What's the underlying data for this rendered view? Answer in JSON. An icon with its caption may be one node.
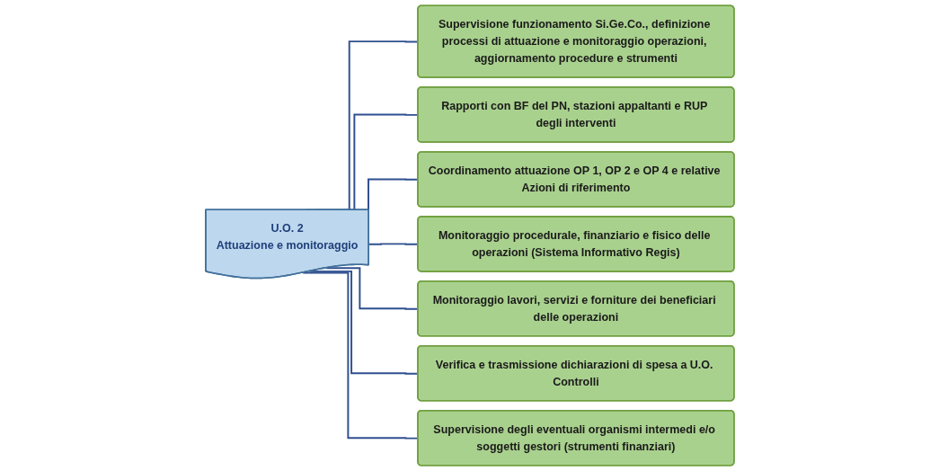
{
  "diagram": {
    "nodes": [
      {
        "text": [
          "U.O. 2",
          "Attuazione e monitoraggio"
        ]
      },
      {
        "text": [
          "Supervisione funzionamento Si.Ge.Co., definizione processi di attuazione e monitoraggio operazioni, aggiornamento procedure e strumenti"
        ]
      },
      {
        "text": [
          "Rapporti con BF del PN, stazioni appaltanti e RUP degli interventi"
        ]
      },
      {
        "text": [
          "Coordinamento attuazione OP 1, OP 2 e OP 4 e relative Azioni di riferimento"
        ]
      },
      {
        "text": [
          "Monitoraggio procedurale, finanziario e fisico delle operazioni (Sistema Informativo Regis)"
        ]
      },
      {
        "text": [
          "Monitoraggio lavori, servizi e forniture dei beneficiari delle operazioni"
        ]
      },
      {
        "text": [
          "Verifica e trasmissione dichiarazioni di spesa a U.O. Controlli"
        ]
      },
      {
        "text": [
          "Supervisione degli eventuali organismi intermedi e/o soggetti gestori (strumenti finanziari)"
        ]
      }
    ],
    "edges": [
      {
        "from": 0,
        "to": 1,
        "arrow": "none"
      },
      {
        "from": 0,
        "to": 2,
        "arrow": "none"
      },
      {
        "from": 0,
        "to": 3,
        "arrow": "none"
      },
      {
        "from": 0,
        "to": 4,
        "arrow": "none"
      },
      {
        "from": 0,
        "to": 5,
        "arrow": "none"
      },
      {
        "from": 0,
        "to": 6,
        "arrow": "none"
      },
      {
        "from": 0,
        "to": 7,
        "arrow": "none"
      }
    ]
  }
}
